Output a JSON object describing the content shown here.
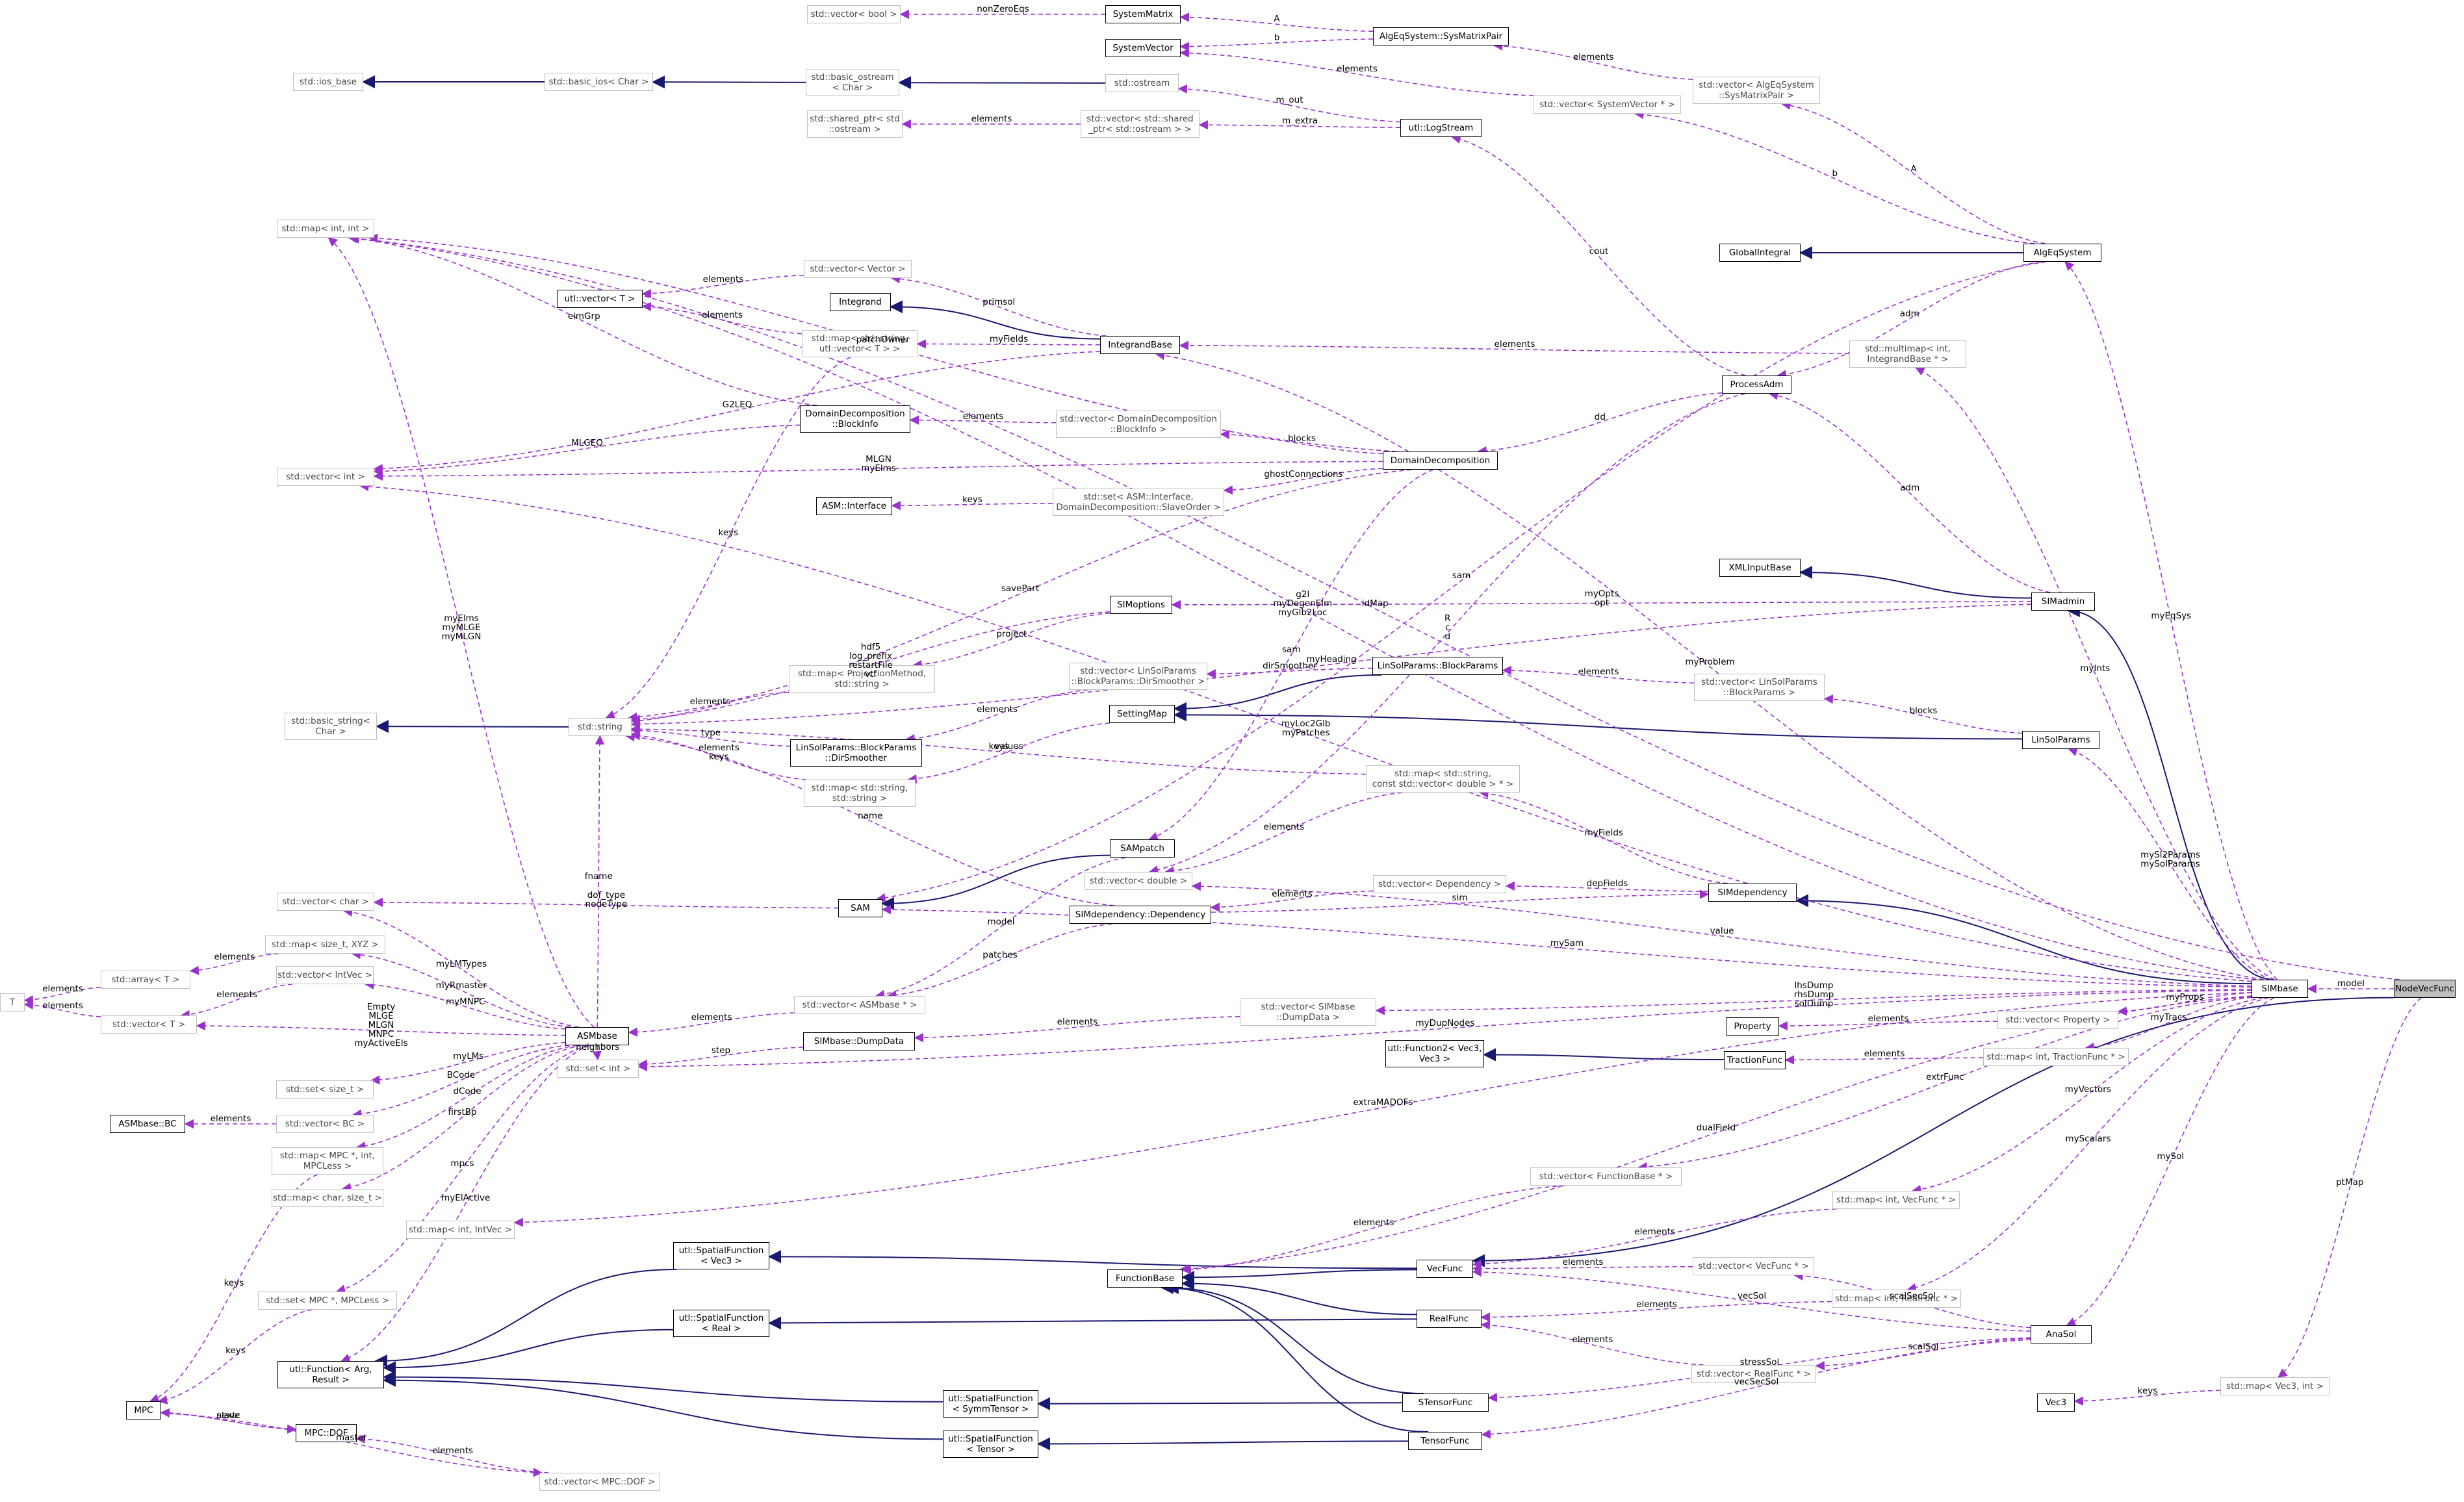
{
  "colors": {
    "inherit": "#191970",
    "use": "#9a32cd",
    "doc_border": "#000000",
    "undoc_border": "#bfbfbf",
    "highlight": "#bfbfbf"
  },
  "nodes": [
    {
      "id": "vecbool",
      "label": "std::vector< bool >",
      "doc": false
    },
    {
      "id": "sysmatrix",
      "label": "SystemMatrix",
      "doc": true
    },
    {
      "id": "algpair",
      "label": "AlgEqSystem::SysMatrixPair",
      "doc": true
    },
    {
      "id": "sysvector",
      "label": "SystemVector",
      "doc": true
    },
    {
      "id": "vecalgpair",
      "label": "std::vector< AlgEqSystem\n::SysMatrixPair >",
      "doc": false
    },
    {
      "id": "iosbase",
      "label": "std::ios_base",
      "doc": false
    },
    {
      "id": "basicios",
      "label": "std::basic_ios< Char >",
      "doc": false
    },
    {
      "id": "basicostream",
      "label": "std::basic_ostream\n< Char >",
      "doc": false
    },
    {
      "id": "ostream",
      "label": "std::ostream",
      "doc": false
    },
    {
      "id": "vecsysvec",
      "label": "std::vector< SystemVector * >",
      "doc": false
    },
    {
      "id": "sharedptr",
      "label": "std::shared_ptr< std\n::ostream >",
      "doc": false
    },
    {
      "id": "vecshared",
      "label": "std::vector< std::shared\n_ptr< std::ostream > >",
      "doc": false
    },
    {
      "id": "logstream",
      "label": "utl::LogStream",
      "doc": true
    },
    {
      "id": "mapintint",
      "label": "std::map< int, int >",
      "doc": false
    },
    {
      "id": "globalint",
      "label": "GlobalIntegral",
      "doc": true
    },
    {
      "id": "algeqsys",
      "label": "AlgEqSystem",
      "doc": true
    },
    {
      "id": "vecvector",
      "label": "std::vector< Vector >",
      "doc": false
    },
    {
      "id": "utlvector",
      "label": "utl::vector< T >",
      "doc": true
    },
    {
      "id": "integrand",
      "label": "Integrand",
      "doc": true
    },
    {
      "id": "mapstrutl",
      "label": "std::map< std::string,\nutl::vector< T > >",
      "doc": false
    },
    {
      "id": "integrandbase",
      "label": "IntegrandBase",
      "doc": true
    },
    {
      "id": "multimap",
      "label": "std::multimap< int,\nIntegrandBase * >",
      "doc": false
    },
    {
      "id": "processadm",
      "label": "ProcessAdm",
      "doc": true
    },
    {
      "id": "blockinfo",
      "label": "DomainDecomposition\n::BlockInfo",
      "doc": true
    },
    {
      "id": "vecblockinfo",
      "label": "std::vector< DomainDecomposition\n::BlockInfo >",
      "doc": false
    },
    {
      "id": "vecint",
      "label": "std::vector< int >",
      "doc": false
    },
    {
      "id": "domdecomp",
      "label": "DomainDecomposition",
      "doc": true
    },
    {
      "id": "asminterface",
      "label": "ASM::Interface",
      "doc": true
    },
    {
      "id": "setinterface",
      "label": "std::set< ASM::Interface,\nDomainDecomposition::SlaveOrder >",
      "doc": false
    },
    {
      "id": "xmlinput",
      "label": "XMLInputBase",
      "doc": true
    },
    {
      "id": "simoptions",
      "label": "SIMoptions",
      "doc": true
    },
    {
      "id": "simadmin",
      "label": "SIMadmin",
      "doc": true
    },
    {
      "id": "mapproj",
      "label": "std::map< ProjectionMethod,\nstd::string >",
      "doc": false
    },
    {
      "id": "vecdirsmoother",
      "label": "std::vector< LinSolParams\n::BlockParams::DirSmoother >",
      "doc": false
    },
    {
      "id": "blockparams",
      "label": "LinSolParams::BlockParams",
      "doc": true
    },
    {
      "id": "vecblockparams",
      "label": "std::vector< LinSolParams\n::BlockParams >",
      "doc": false
    },
    {
      "id": "basicstring",
      "label": "std::basic_string<\nChar >",
      "doc": false
    },
    {
      "id": "stdstring",
      "label": "std::string",
      "doc": false
    },
    {
      "id": "settingmap",
      "label": "SettingMap",
      "doc": true
    },
    {
      "id": "dirsmoother",
      "label": "LinSolParams::BlockParams\n::DirSmoother",
      "doc": true
    },
    {
      "id": "linsolparams",
      "label": "LinSolParams",
      "doc": true
    },
    {
      "id": "mapstrstr",
      "label": "std::map< std::string,\nstd::string >",
      "doc": false
    },
    {
      "id": "mapstrvecdbl",
      "label": "std::map< std::string,\nconst std::vector< double > * >",
      "doc": false
    },
    {
      "id": "sampatch",
      "label": "SAMpatch",
      "doc": true
    },
    {
      "id": "vecdouble",
      "label": "std::vector< double >",
      "doc": false
    },
    {
      "id": "vecchar",
      "label": "std::vector< char >",
      "doc": false
    },
    {
      "id": "sam",
      "label": "SAM",
      "doc": true
    },
    {
      "id": "simdepdep",
      "label": "SIMdependency::Dependency",
      "doc": true
    },
    {
      "id": "vecdependency",
      "label": "std::vector< Dependency >",
      "doc": false
    },
    {
      "id": "simdependency",
      "label": "SIMdependency",
      "doc": true
    },
    {
      "id": "mapsizexyz",
      "label": "std::map< size_t, XYZ >",
      "doc": false
    },
    {
      "id": "arrayT",
      "label": "std::array< T >",
      "doc": false
    },
    {
      "id": "T",
      "label": "T",
      "doc": false
    },
    {
      "id": "vecintvec",
      "label": "std::vector< IntVec >",
      "doc": false
    },
    {
      "id": "vecT",
      "label": "std::vector< T >",
      "doc": false
    },
    {
      "id": "vecasmbase",
      "label": "std::vector< ASMbase * >",
      "doc": false
    },
    {
      "id": "vecsimbase",
      "label": "std::vector< SIMbase\n::DumpData >",
      "doc": false
    },
    {
      "id": "simbase",
      "label": "SIMbase",
      "doc": true
    },
    {
      "id": "nodevecfunc",
      "label": "NodeVecFunc",
      "doc": true,
      "highlight": true
    },
    {
      "id": "asmbase",
      "label": "ASMbase",
      "doc": true
    },
    {
      "id": "dumpdata",
      "label": "SIMbase::DumpData",
      "doc": true
    },
    {
      "id": "property",
      "label": "Property",
      "doc": true
    },
    {
      "id": "vecproperty",
      "label": "std::vector< Property >",
      "doc": false
    },
    {
      "id": "utlfunc2",
      "label": "utl::Function2< Vec3,\nVec3 >",
      "doc": true
    },
    {
      "id": "tractionfunc",
      "label": "TractionFunc",
      "doc": true
    },
    {
      "id": "maptraction",
      "label": "std::map< int, TractionFunc * >",
      "doc": false
    },
    {
      "id": "setsizet",
      "label": "std::set< size_t >",
      "doc": false
    },
    {
      "id": "setint",
      "label": "std::set< int >",
      "doc": false
    },
    {
      "id": "asmbasebc",
      "label": "ASMbase::BC",
      "doc": true
    },
    {
      "id": "vecbc",
      "label": "std::vector< BC >",
      "doc": false
    },
    {
      "id": "mapmpc",
      "label": "std::map< MPC *, int,\nMPCLess >",
      "doc": false
    },
    {
      "id": "mapcharsize",
      "label": "std::map< char, size_t >",
      "doc": false
    },
    {
      "id": "vecfuncbase",
      "label": "std::vector< FunctionBase * >",
      "doc": false
    },
    {
      "id": "mapintintvec",
      "label": "std::map< int, IntVec >",
      "doc": false
    },
    {
      "id": "spatialvec3",
      "label": "utl::SpatialFunction\n< Vec3 >",
      "doc": true
    },
    {
      "id": "mapvecfunc",
      "label": "std::map< int, VecFunc * >",
      "doc": false
    },
    {
      "id": "functionbase",
      "label": "FunctionBase",
      "doc": true
    },
    {
      "id": "vecfunc",
      "label": "VecFunc",
      "doc": true
    },
    {
      "id": "vecvecfunc",
      "label": "std::vector< VecFunc * >",
      "doc": false
    },
    {
      "id": "setmpc",
      "label": "std::set< MPC *, MPCLess >",
      "doc": false
    },
    {
      "id": "mapreal",
      "label": "std::map< int, RealFunc * >",
      "doc": false
    },
    {
      "id": "spatialreal",
      "label": "utl::SpatialFunction\n< Real >",
      "doc": true
    },
    {
      "id": "realfunc",
      "label": "RealFunc",
      "doc": true
    },
    {
      "id": "anasol",
      "label": "AnaSol",
      "doc": true
    },
    {
      "id": "utlfunction",
      "label": "utl::Function< Arg,\nResult >",
      "doc": true
    },
    {
      "id": "vecrealfunc",
      "label": "std::vector< RealFunc * >",
      "doc": false
    },
    {
      "id": "mpc",
      "label": "MPC",
      "doc": true
    },
    {
      "id": "mpcdof",
      "label": "MPC::DOF",
      "doc": true
    },
    {
      "id": "spatialsymm",
      "label": "utl::SpatialFunction\n< SymmTensor >",
      "doc": true
    },
    {
      "id": "stensorfunc",
      "label": "STensorFunc",
      "doc": true
    },
    {
      "id": "mapvec3",
      "label": "std::map< Vec3, int >",
      "doc": false
    },
    {
      "id": "vec3",
      "label": "Vec3",
      "doc": true
    },
    {
      "id": "spatialtensor",
      "label": "utl::SpatialFunction\n< Tensor >",
      "doc": true
    },
    {
      "id": "tensorfunc",
      "label": "TensorFunc",
      "doc": true
    },
    {
      "id": "vecmpcdof",
      "label": "std::vector< MPC::DOF >",
      "doc": false
    }
  ],
  "edges": [
    {
      "from": "algpair",
      "to": "sysmatrix",
      "label": "A"
    },
    {
      "from": "algpair",
      "to": "sysvector",
      "label": "b"
    },
    {
      "from": "sysmatrix",
      "to": "vecbool",
      "label": "nonZeroEqs"
    },
    {
      "from": "vecsysvec",
      "to": "sysvector",
      "label": "elements"
    },
    {
      "from": "vecalgpair",
      "to": "algpair",
      "label": "elements"
    },
    {
      "from": "vecshared",
      "to": "sharedptr",
      "label": "elements"
    },
    {
      "from": "logstream",
      "to": "ostream",
      "label": "m_out"
    },
    {
      "from": "logstream",
      "to": "vecshared",
      "label": "m_extra"
    },
    {
      "from": "algeqsys",
      "to": "vecalgpair",
      "label": "A"
    },
    {
      "from": "algeqsys",
      "to": "vecsysvec",
      "label": "b"
    },
    {
      "from": "nodevecfunc",
      "to": "mapintint",
      "label": "idMap"
    },
    {
      "from": "processadm",
      "to": "logstream",
      "label": "cout"
    },
    {
      "from": "simbase",
      "to": "mapintint",
      "label": "g2l\nmyDegenElm\nmyGlb2Loc"
    },
    {
      "from": "simbase",
      "to": "algeqsys",
      "label": "myEqSys"
    },
    {
      "from": "vecvector",
      "to": "utlvector",
      "label": "elements"
    },
    {
      "from": "integrandbase",
      "to": "vecvector",
      "label": "primsol"
    },
    {
      "from": "mapstrutl",
      "to": "utlvector",
      "label": "elements"
    },
    {
      "from": "integrandbase",
      "to": "mapstrutl",
      "label": "myFields"
    },
    {
      "from": "multimap",
      "to": "integrandbase",
      "label": "elements"
    },
    {
      "from": "simbase",
      "to": "multimap",
      "label": "myInts"
    },
    {
      "from": "algeqsys",
      "to": "processadm",
      "label": "adm"
    },
    {
      "from": "simadmin",
      "to": "processadm",
      "label": "adm"
    },
    {
      "from": "integrandbase",
      "to": "vecint",
      "label": "G2LEQ"
    },
    {
      "from": "mapstrutl",
      "to": "stdstring",
      "label": "keys"
    },
    {
      "from": "domdecomp",
      "to": "mapintint",
      "label": "patchOwner"
    },
    {
      "from": "processadm",
      "to": "domdecomp",
      "label": "dd"
    },
    {
      "from": "simbase",
      "to": "integrandbase",
      "label": "myProblem"
    },
    {
      "from": "vecblockinfo",
      "to": "blockinfo",
      "label": "elements"
    },
    {
      "from": "blockinfo",
      "to": "vecint",
      "label": "MLGEQ"
    },
    {
      "from": "blockinfo",
      "to": "mapintint",
      "label": "elmGrp"
    },
    {
      "from": "domdecomp",
      "to": "vecblockinfo",
      "label": "blocks"
    },
    {
      "from": "domdecomp",
      "to": "vecint",
      "label": "MLGN\nmyElms"
    },
    {
      "from": "setinterface",
      "to": "asminterface",
      "label": "keys"
    },
    {
      "from": "domdecomp",
      "to": "setinterface",
      "label": "ghostConnections"
    },
    {
      "from": "simbase",
      "to": "vecint",
      "label": "myLoc2Glb\nmyPatches"
    },
    {
      "from": "processadm",
      "to": "vecdouble",
      "label": "R\nc\nd"
    },
    {
      "from": "simadmin",
      "to": "simoptions",
      "label": "myOpts\nopt"
    },
    {
      "from": "simadmin",
      "to": "stdstring",
      "label": "myHeading"
    },
    {
      "from": "simoptions",
      "to": "stdstring",
      "label": "hdf5\nlog_prefix\nrestartFile\nvtf"
    },
    {
      "from": "simoptions",
      "to": "mapproj",
      "label": "project"
    },
    {
      "from": "mapproj",
      "to": "stdstring",
      "label": "elements"
    },
    {
      "from": "domdecomp",
      "to": "stdstring",
      "label": "savePart"
    },
    {
      "from": "blockparams",
      "to": "vecdirsmoother",
      "label": "dirSmoother"
    },
    {
      "from": "vecblockparams",
      "to": "blockparams",
      "label": "elements"
    },
    {
      "from": "linsolparams",
      "to": "vecblockparams",
      "label": "blocks"
    },
    {
      "from": "vecdirsmoother",
      "to": "dirsmoother",
      "label": "elements"
    },
    {
      "from": "dirsmoother",
      "to": "stdstring",
      "label": "type"
    },
    {
      "from": "settingmap",
      "to": "mapstrstr",
      "label": "values"
    },
    {
      "from": "mapstrstr",
      "to": "stdstring",
      "label": "elements\nkeys"
    },
    {
      "from": "mapstrvecdbl",
      "to": "stdstring",
      "label": "keys"
    },
    {
      "from": "mapstrvecdbl",
      "to": "vecdouble",
      "label": "elements"
    },
    {
      "from": "simdependency",
      "to": "mapstrvecdbl",
      "label": "myFields"
    },
    {
      "from": "domdecomp",
      "to": "sampatch",
      "label": "sam"
    },
    {
      "from": "algeqsys",
      "to": "sam",
      "label": "sam"
    },
    {
      "from": "simbase",
      "to": "vecdouble",
      "label": "value"
    },
    {
      "from": "simbase",
      "to": "sam",
      "label": "mySam"
    },
    {
      "from": "sam",
      "to": "vecchar",
      "label": "dof_type\nnodeType"
    },
    {
      "from": "simdepdep",
      "to": "stdstring",
      "label": "name"
    },
    {
      "from": "vecdependency",
      "to": "simdepdep",
      "label": "elements"
    },
    {
      "from": "simdependency",
      "to": "vecdependency",
      "label": "depFields"
    },
    {
      "from": "simdepdep",
      "to": "simdependency",
      "label": "sim"
    },
    {
      "from": "sampatch",
      "to": "vecasmbase",
      "label": "model"
    },
    {
      "from": "simdepdep",
      "to": "vecasmbase",
      "label": "patches"
    },
    {
      "from": "simbase",
      "to": "linsolparams",
      "label": "mySl2Params\nmySolParams"
    },
    {
      "from": "mapsizexyz",
      "to": "arrayT",
      "label": "elements"
    },
    {
      "from": "arrayT",
      "to": "T",
      "label": "elements"
    },
    {
      "from": "vecT",
      "to": "T",
      "label": "elements"
    },
    {
      "from": "vecintvec",
      "to": "vecT",
      "label": "elements"
    },
    {
      "from": "asmbase",
      "to": "vecchar",
      "label": "myLMTypes"
    },
    {
      "from": "asmbase",
      "to": "mapsizexyz",
      "label": "myRmaster"
    },
    {
      "from": "asmbase",
      "to": "vecintvec",
      "label": "myMNPC"
    },
    {
      "from": "asmbase",
      "to": "vecT",
      "label": "Empty\nMLGE\nMLGN\nMNPC\nmyActiveEls"
    },
    {
      "from": "asmbase",
      "to": "mapintint",
      "label": "myElms\nmyMLGE\nmyMLGN"
    },
    {
      "from": "asmbase",
      "to": "stdstring",
      "label": "fname"
    },
    {
      "from": "vecasmbase",
      "to": "asmbase",
      "label": "elements"
    },
    {
      "from": "asmbase",
      "to": "setint",
      "label": "neighbors"
    },
    {
      "from": "dumpdata",
      "to": "setint",
      "label": "step"
    },
    {
      "from": "vecsimbase",
      "to": "dumpdata",
      "label": "elements"
    },
    {
      "from": "simbase",
      "to": "vecsimbase",
      "label": "lhsDump\nrhsDump\nsolDump"
    },
    {
      "from": "vecproperty",
      "to": "property",
      "label": "elements"
    },
    {
      "from": "simbase",
      "to": "vecproperty",
      "label": "myProps"
    },
    {
      "from": "maptraction",
      "to": "tractionfunc",
      "label": "elements"
    },
    {
      "from": "simbase",
      "to": "maptraction",
      "label": "myTracs"
    },
    {
      "from": "simbase",
      "to": "setint",
      "label": "myDupNodes"
    },
    {
      "from": "asmbase",
      "to": "setsizet",
      "label": "myLMs"
    },
    {
      "from": "vecbc",
      "to": "asmbasebc",
      "label": "elements"
    },
    {
      "from": "asmbase",
      "to": "vecbc",
      "label": "BCode"
    },
    {
      "from": "asmbase",
      "to": "mapmpc",
      "label": "dCode"
    },
    {
      "from": "asmbase",
      "to": "mapcharsize",
      "label": "firstBp"
    },
    {
      "from": "asmbase",
      "to": "setmpc",
      "label": "mpcs"
    },
    {
      "from": "asmbase",
      "to": "utlfunction",
      "label": "myElActive"
    },
    {
      "from": "simbase",
      "to": "functionbase",
      "label": "dualField"
    },
    {
      "from": "simbase",
      "to": "vecfuncbase",
      "label": "extrFunc"
    },
    {
      "from": "vecfuncbase",
      "to": "functionbase",
      "label": "elements"
    },
    {
      "from": "simbase",
      "to": "mapvecfunc",
      "label": "myVectors"
    },
    {
      "from": "mapvecfunc",
      "to": "vecfunc",
      "label": "elements"
    },
    {
      "from": "anasol",
      "to": "vecvecfunc",
      "label": "scalSecSol"
    },
    {
      "from": "vecvecfunc",
      "to": "vecfunc",
      "label": "elements"
    },
    {
      "from": "simbase",
      "to": "mapreal",
      "label": "myScalars"
    },
    {
      "from": "mapreal",
      "to": "realfunc",
      "label": "elements"
    },
    {
      "from": "anasol",
      "to": "vecfunc",
      "label": "vecSol"
    },
    {
      "from": "simbase",
      "to": "anasol",
      "label": "mySol"
    },
    {
      "from": "anasol",
      "to": "vecrealfunc",
      "label": "scalSol"
    },
    {
      "from": "vecrealfunc",
      "to": "realfunc",
      "label": "elements"
    },
    {
      "from": "anasol",
      "to": "stensorfunc",
      "label": "stressSol"
    },
    {
      "from": "anasol",
      "to": "tensorfunc",
      "label": "vecSecSol"
    },
    {
      "from": "simbase",
      "to": "mapintintvec",
      "label": "extraMADOFs"
    },
    {
      "from": "nodevecfunc",
      "to": "simbase",
      "label": "model"
    },
    {
      "from": "nodevecfunc",
      "to": "mapvec3",
      "label": "ptMap"
    },
    {
      "from": "mapvec3",
      "to": "vec3",
      "label": "keys"
    },
    {
      "from": "mapmpc",
      "to": "mpc",
      "label": "keys"
    },
    {
      "from": "setmpc",
      "to": "mpc",
      "label": "keys"
    },
    {
      "from": "mpc",
      "to": "mpcdof",
      "label": "slave"
    },
    {
      "from": "mpcdof",
      "to": "mpc",
      "label": "nextc"
    },
    {
      "from": "vecmpcdof",
      "to": "mpcdof",
      "label": "elements"
    },
    {
      "from": "mpc",
      "to": "vecmpcdof",
      "label": "master"
    }
  ]
}
